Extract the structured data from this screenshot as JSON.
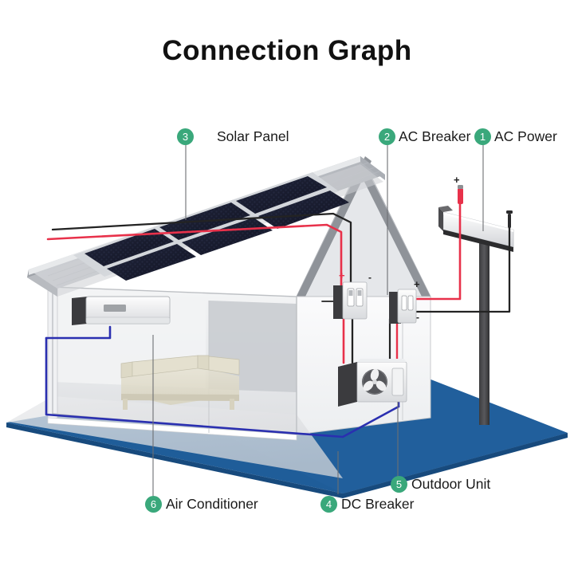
{
  "page": {
    "title": "Connection Graph",
    "background_color": "#ffffff",
    "badge_color": "#3aa87b",
    "platform_color": "#1f5d99",
    "panel_color": "#191d33",
    "wire_positive_color": "#e8314a",
    "wire_negative_color": "#222222",
    "wire_ac_color": "#2a2fb0"
  },
  "callouts": [
    {
      "number": "1",
      "label": "AC Power"
    },
    {
      "number": "2",
      "label": "AC Breaker"
    },
    {
      "number": "3",
      "label": "Solar Panel"
    },
    {
      "number": "4",
      "label": "DC Breaker"
    },
    {
      "number": "5",
      "label": "Outdoor Unit"
    },
    {
      "number": "6",
      "label": "Air Conditioner"
    }
  ],
  "markers": {
    "plus": "+",
    "minus": "-"
  },
  "scene": {
    "solar_panel": {
      "rows": 2,
      "columns": 3
    },
    "house": {
      "name": "house"
    },
    "indoor_ac": {
      "name": "indoor-air-conditioner"
    },
    "outdoor_unit": {
      "name": "outdoor-condenser-unit"
    },
    "dc_breaker_box": {
      "name": "dc-breaker-box"
    },
    "ac_breaker_box": {
      "name": "ac-breaker-box"
    },
    "utility_pole": {
      "name": "ac-power-utility-pole"
    },
    "bed": {
      "name": "bed"
    },
    "platform": {
      "name": "ground-platform"
    }
  }
}
